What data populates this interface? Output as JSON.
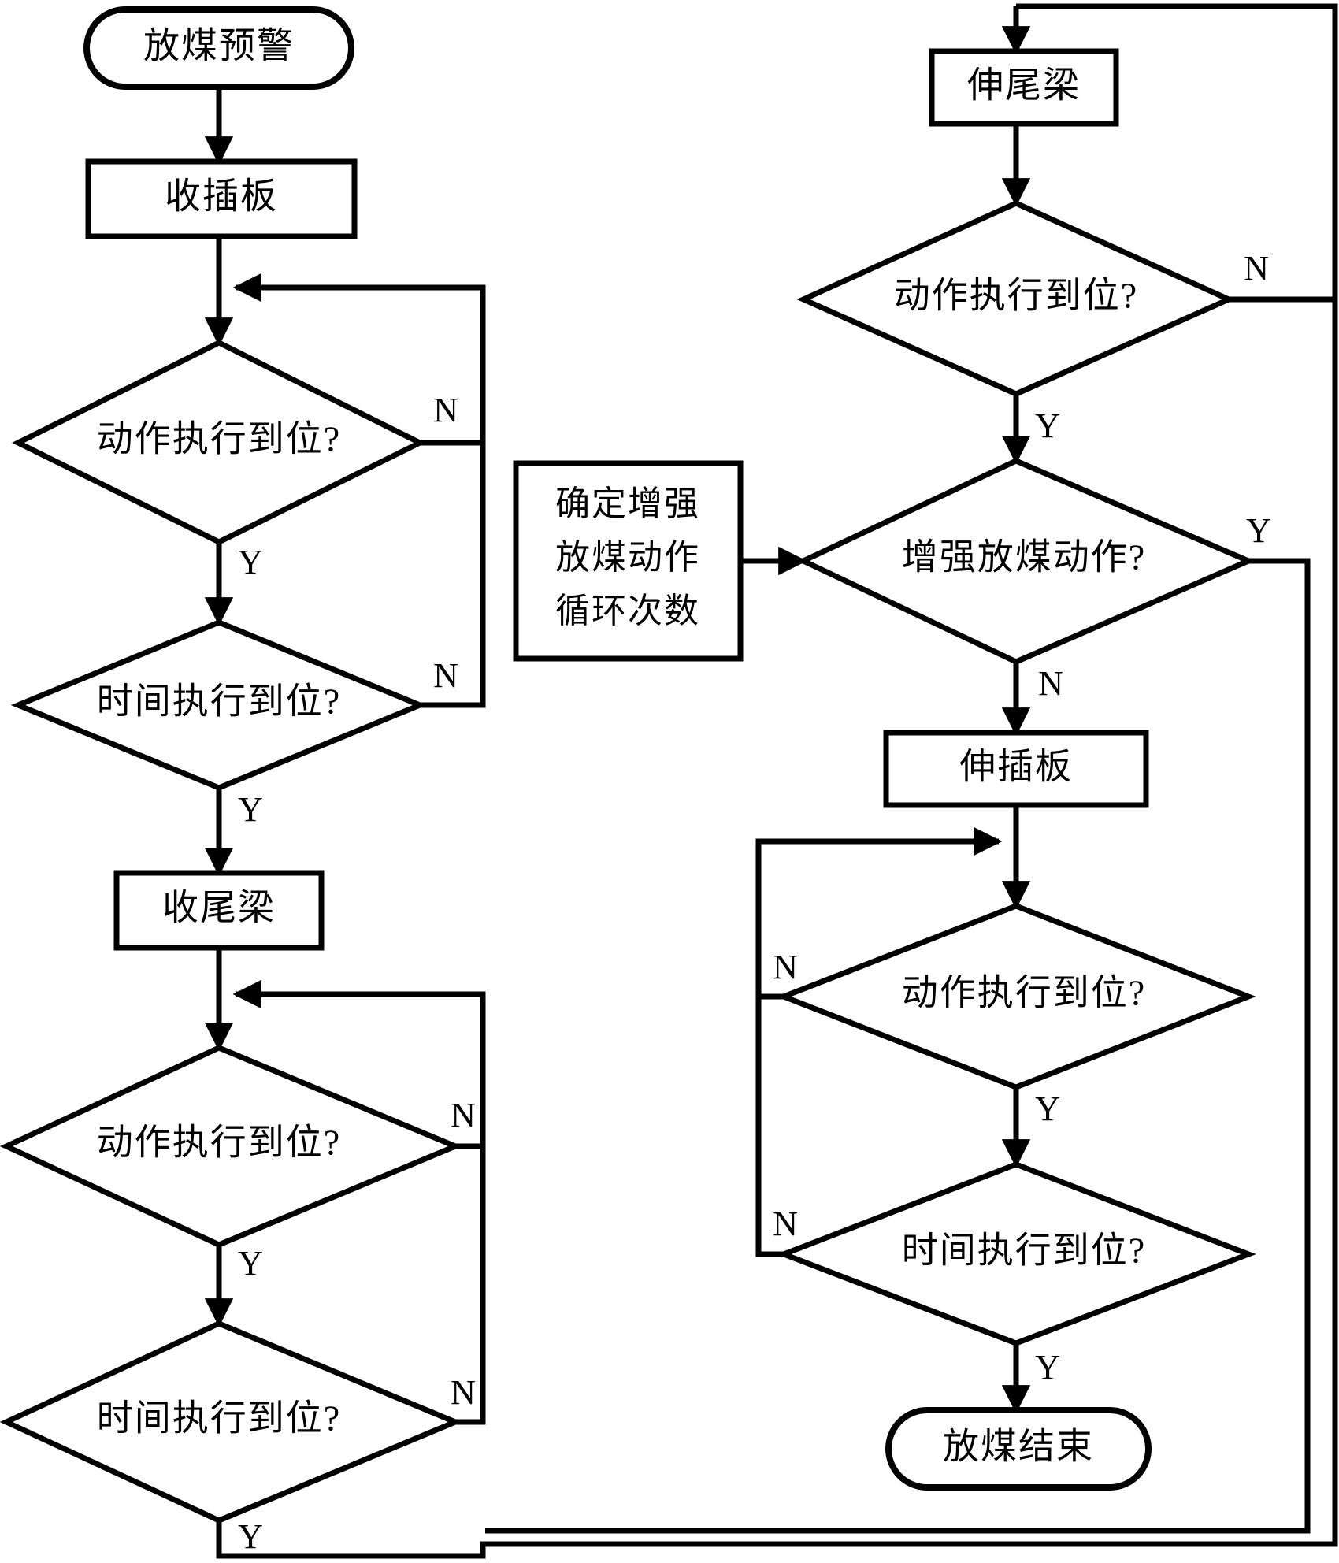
{
  "diagram": {
    "type": "flowchart",
    "title_text": "",
    "language": "zh-CN",
    "stroke_color": "#000000",
    "fill_color": "#ffffff",
    "nodes": [
      {
        "id": "start",
        "shape": "terminal",
        "text": "放煤预警"
      },
      {
        "id": "retract_plate",
        "shape": "process",
        "text": "收插板"
      },
      {
        "id": "dec_a1",
        "shape": "decision",
        "text": "动作执行到位?"
      },
      {
        "id": "dec_t1",
        "shape": "decision",
        "text": "时间执行到位?"
      },
      {
        "id": "retract_beam",
        "shape": "process",
        "text": "收尾梁"
      },
      {
        "id": "dec_a2",
        "shape": "decision",
        "text": "动作执行到位?"
      },
      {
        "id": "dec_t2",
        "shape": "decision",
        "text": "时间执行到位?"
      },
      {
        "id": "extend_beam",
        "shape": "process",
        "text": "伸尾梁"
      },
      {
        "id": "dec_a3",
        "shape": "decision",
        "text": "动作执行到位?"
      },
      {
        "id": "cycle_count",
        "shape": "process",
        "text_lines": [
          "确定增强",
          "放煤动作",
          "循环次数"
        ]
      },
      {
        "id": "dec_enhance",
        "shape": "decision",
        "text": "增强放煤动作?"
      },
      {
        "id": "extend_plate",
        "shape": "process",
        "text": "伸插板"
      },
      {
        "id": "dec_a4",
        "shape": "decision",
        "text": "动作执行到位?"
      },
      {
        "id": "dec_t4",
        "shape": "decision",
        "text": "时间执行到位?"
      },
      {
        "id": "end",
        "shape": "terminal",
        "text": "放煤结束"
      }
    ],
    "branch_labels": {
      "dec_a1_no": "N",
      "dec_a1_yes": "Y",
      "dec_t1_no": "N",
      "dec_t1_yes": "Y",
      "dec_a2_no": "N",
      "dec_a2_yes": "Y",
      "dec_t2_no": "N",
      "dec_t2_yes": "Y",
      "dec_a3_no": "N",
      "dec_a3_yes": "Y",
      "dec_enhance_yes": "Y",
      "dec_enhance_no": "N",
      "dec_a4_no": "N",
      "dec_a4_yes": "Y",
      "dec_t4_no": "N",
      "dec_t4_yes": "Y"
    }
  }
}
